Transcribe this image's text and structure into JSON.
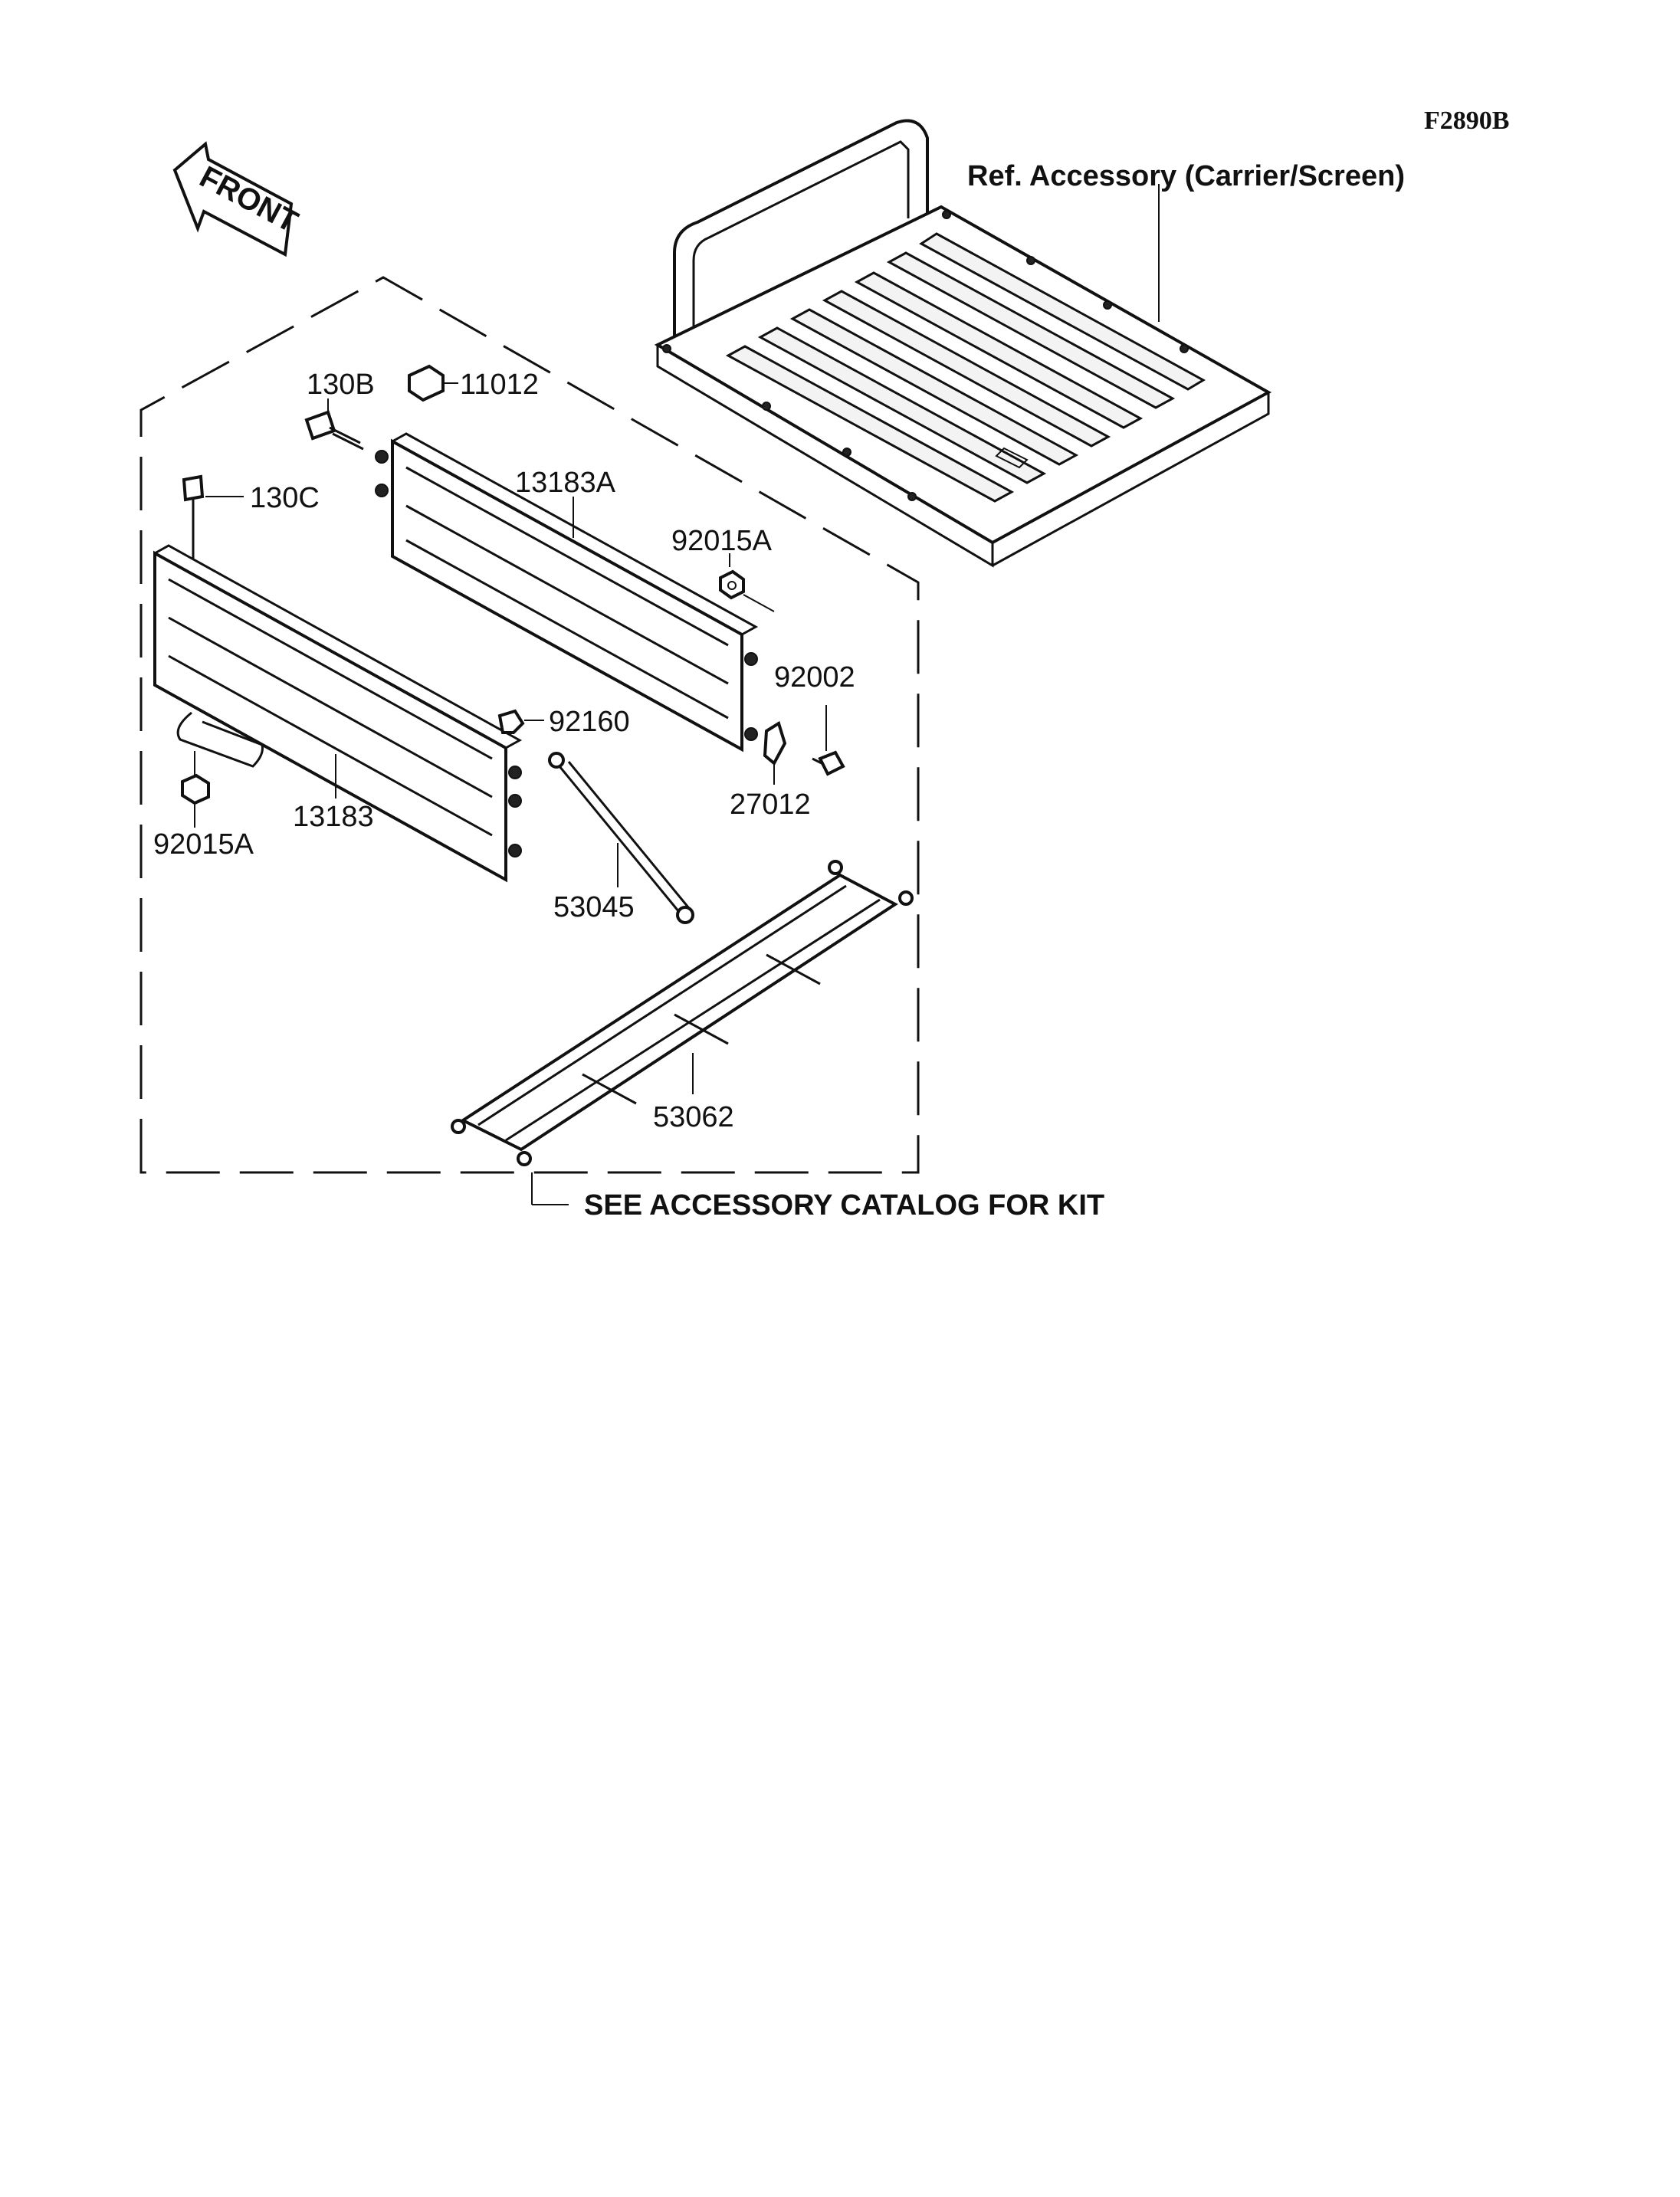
{
  "figure_code": "F2890B",
  "front_label": "FRONT",
  "ref_label": "Ref. Accessory (Carrier/Screen)",
  "footer_note": "SEE ACCESSORY CATALOG FOR KIT",
  "parts": {
    "p130B": "130B",
    "p11012": "11012",
    "p13183A": "13183A",
    "p130C": "130C",
    "p92015A_top": "92015A",
    "p92002": "92002",
    "p92160": "92160",
    "p27012": "27012",
    "p13183": "13183",
    "p92015A_bottom": "92015A",
    "p53045": "53045",
    "p53062": "53062"
  }
}
